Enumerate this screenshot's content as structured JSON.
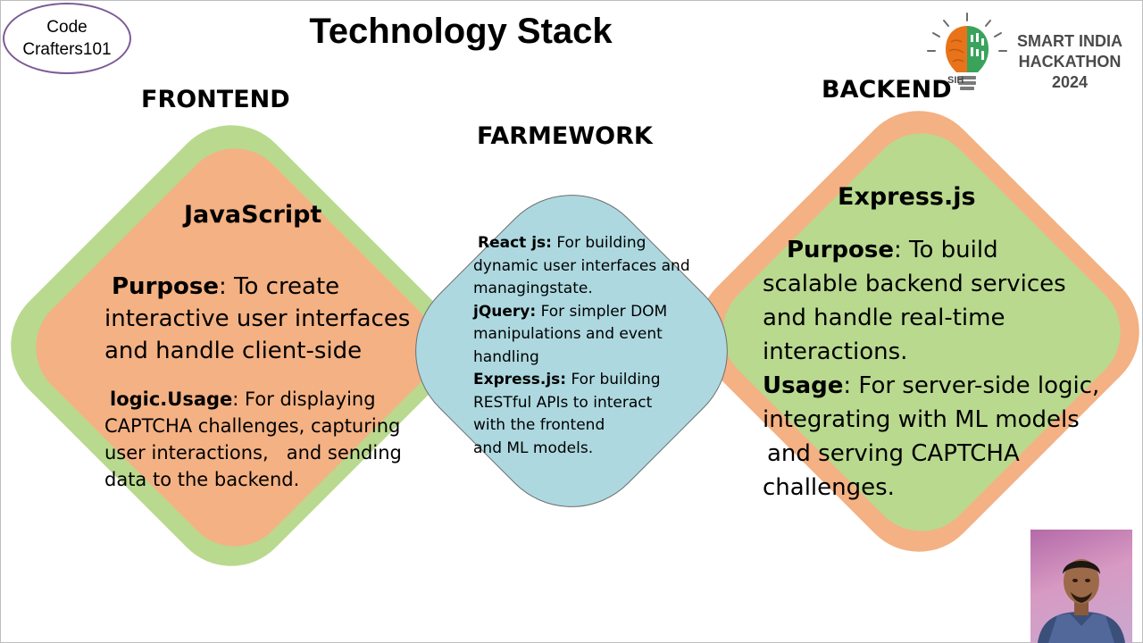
{
  "team_badge": {
    "line1": "Code",
    "line2": "Crafters101"
  },
  "title": "Technology Stack",
  "sections": {
    "frontend": "FRONTEND",
    "framework": "FARMEWORK",
    "backend": "BACKEND"
  },
  "frontend": {
    "heading": "JavaScript",
    "purpose_label": "Purpose",
    "purpose_lines": [
      ": To create",
      "interactive user interfaces",
      "and handle client-side"
    ],
    "usage_label": "logic.Usage",
    "usage_lines": [
      ": For displaying",
      "CAPTCHA challenges, capturing",
      "user interactions,   and sending",
      "data to the backend."
    ]
  },
  "framework": {
    "react_label": "React js:",
    "react_lines": [
      " For building",
      "dynamic user interfaces and",
      "managingstate."
    ],
    "jquery_label": "jQuery:",
    "jquery_lines": [
      " For simpler DOM",
      "manipulations and event",
      "handling"
    ],
    "express_label": "Express.js:",
    "express_lines": [
      " For building",
      "RESTful APIs to interact",
      "with the frontend",
      "and ML models."
    ]
  },
  "backend": {
    "heading": "Express.js",
    "purpose_label": "Purpose",
    "purpose_lines": [
      ": To build",
      "scalable backend services",
      "and handle real-time",
      "interactions."
    ],
    "usage_label": "Usage",
    "usage_lines": [
      ": For server-side logic,",
      "integrating with ML models",
      "and serving CAPTCHA",
      "challenges."
    ]
  },
  "sih_logo": {
    "abbr": "SIH",
    "line1": "SMART INDIA",
    "line2": "HACKATHON",
    "line3": "2024",
    "colors": {
      "brain": "#e8731a",
      "circuit": "#3aa35b",
      "text": "#4a4a4a"
    }
  },
  "colors": {
    "green": "#b9d98e",
    "orange": "#f4b183",
    "blue": "#add8e0",
    "badge_border": "#7b5b95"
  }
}
